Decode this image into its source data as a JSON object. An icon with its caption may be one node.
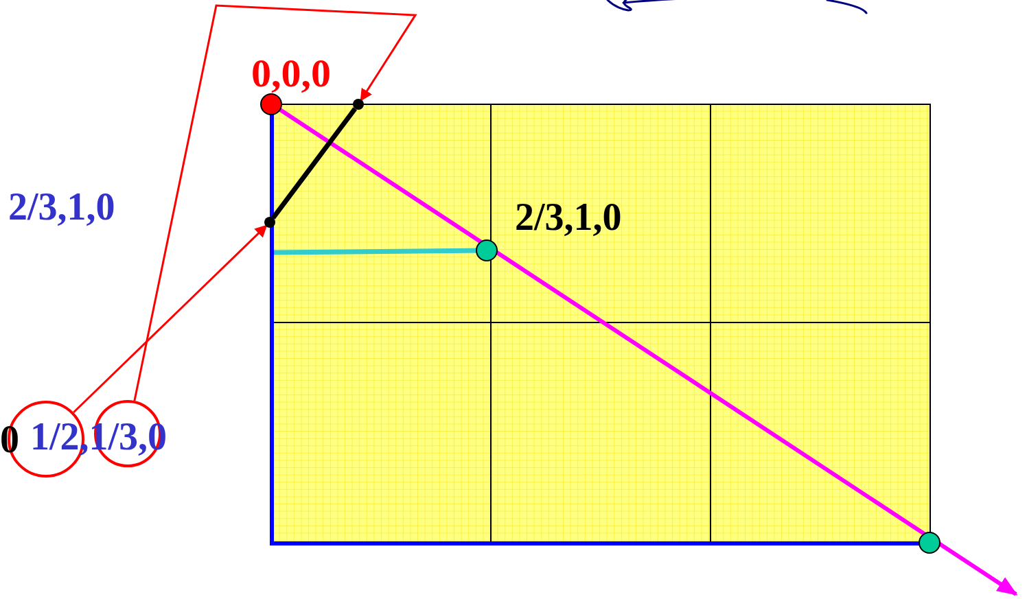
{
  "diagram": {
    "nodes": [
      {
        "text": [],
        "shape": "circle"
      },
      {
        "text": [],
        "shape": "circle"
      },
      {
        "text": [],
        "shape": "circle"
      },
      {
        "text": [],
        "shape": "circle"
      }
    ],
    "edges": [
      {
        "from": 0,
        "to": 2,
        "arrow": "to"
      },
      {
        "from": 1,
        "to": 3,
        "arrow": "to"
      },
      {
        "from": 2,
        "to": 3,
        "arrow": "none",
        "style": "thick",
        "color": "#000000"
      }
    ],
    "labels": [
      "0,0,0",
      "2/3,1,0",
      "2/3,1,0",
      "0",
      "1/2,1/3,0"
    ]
  }
}
